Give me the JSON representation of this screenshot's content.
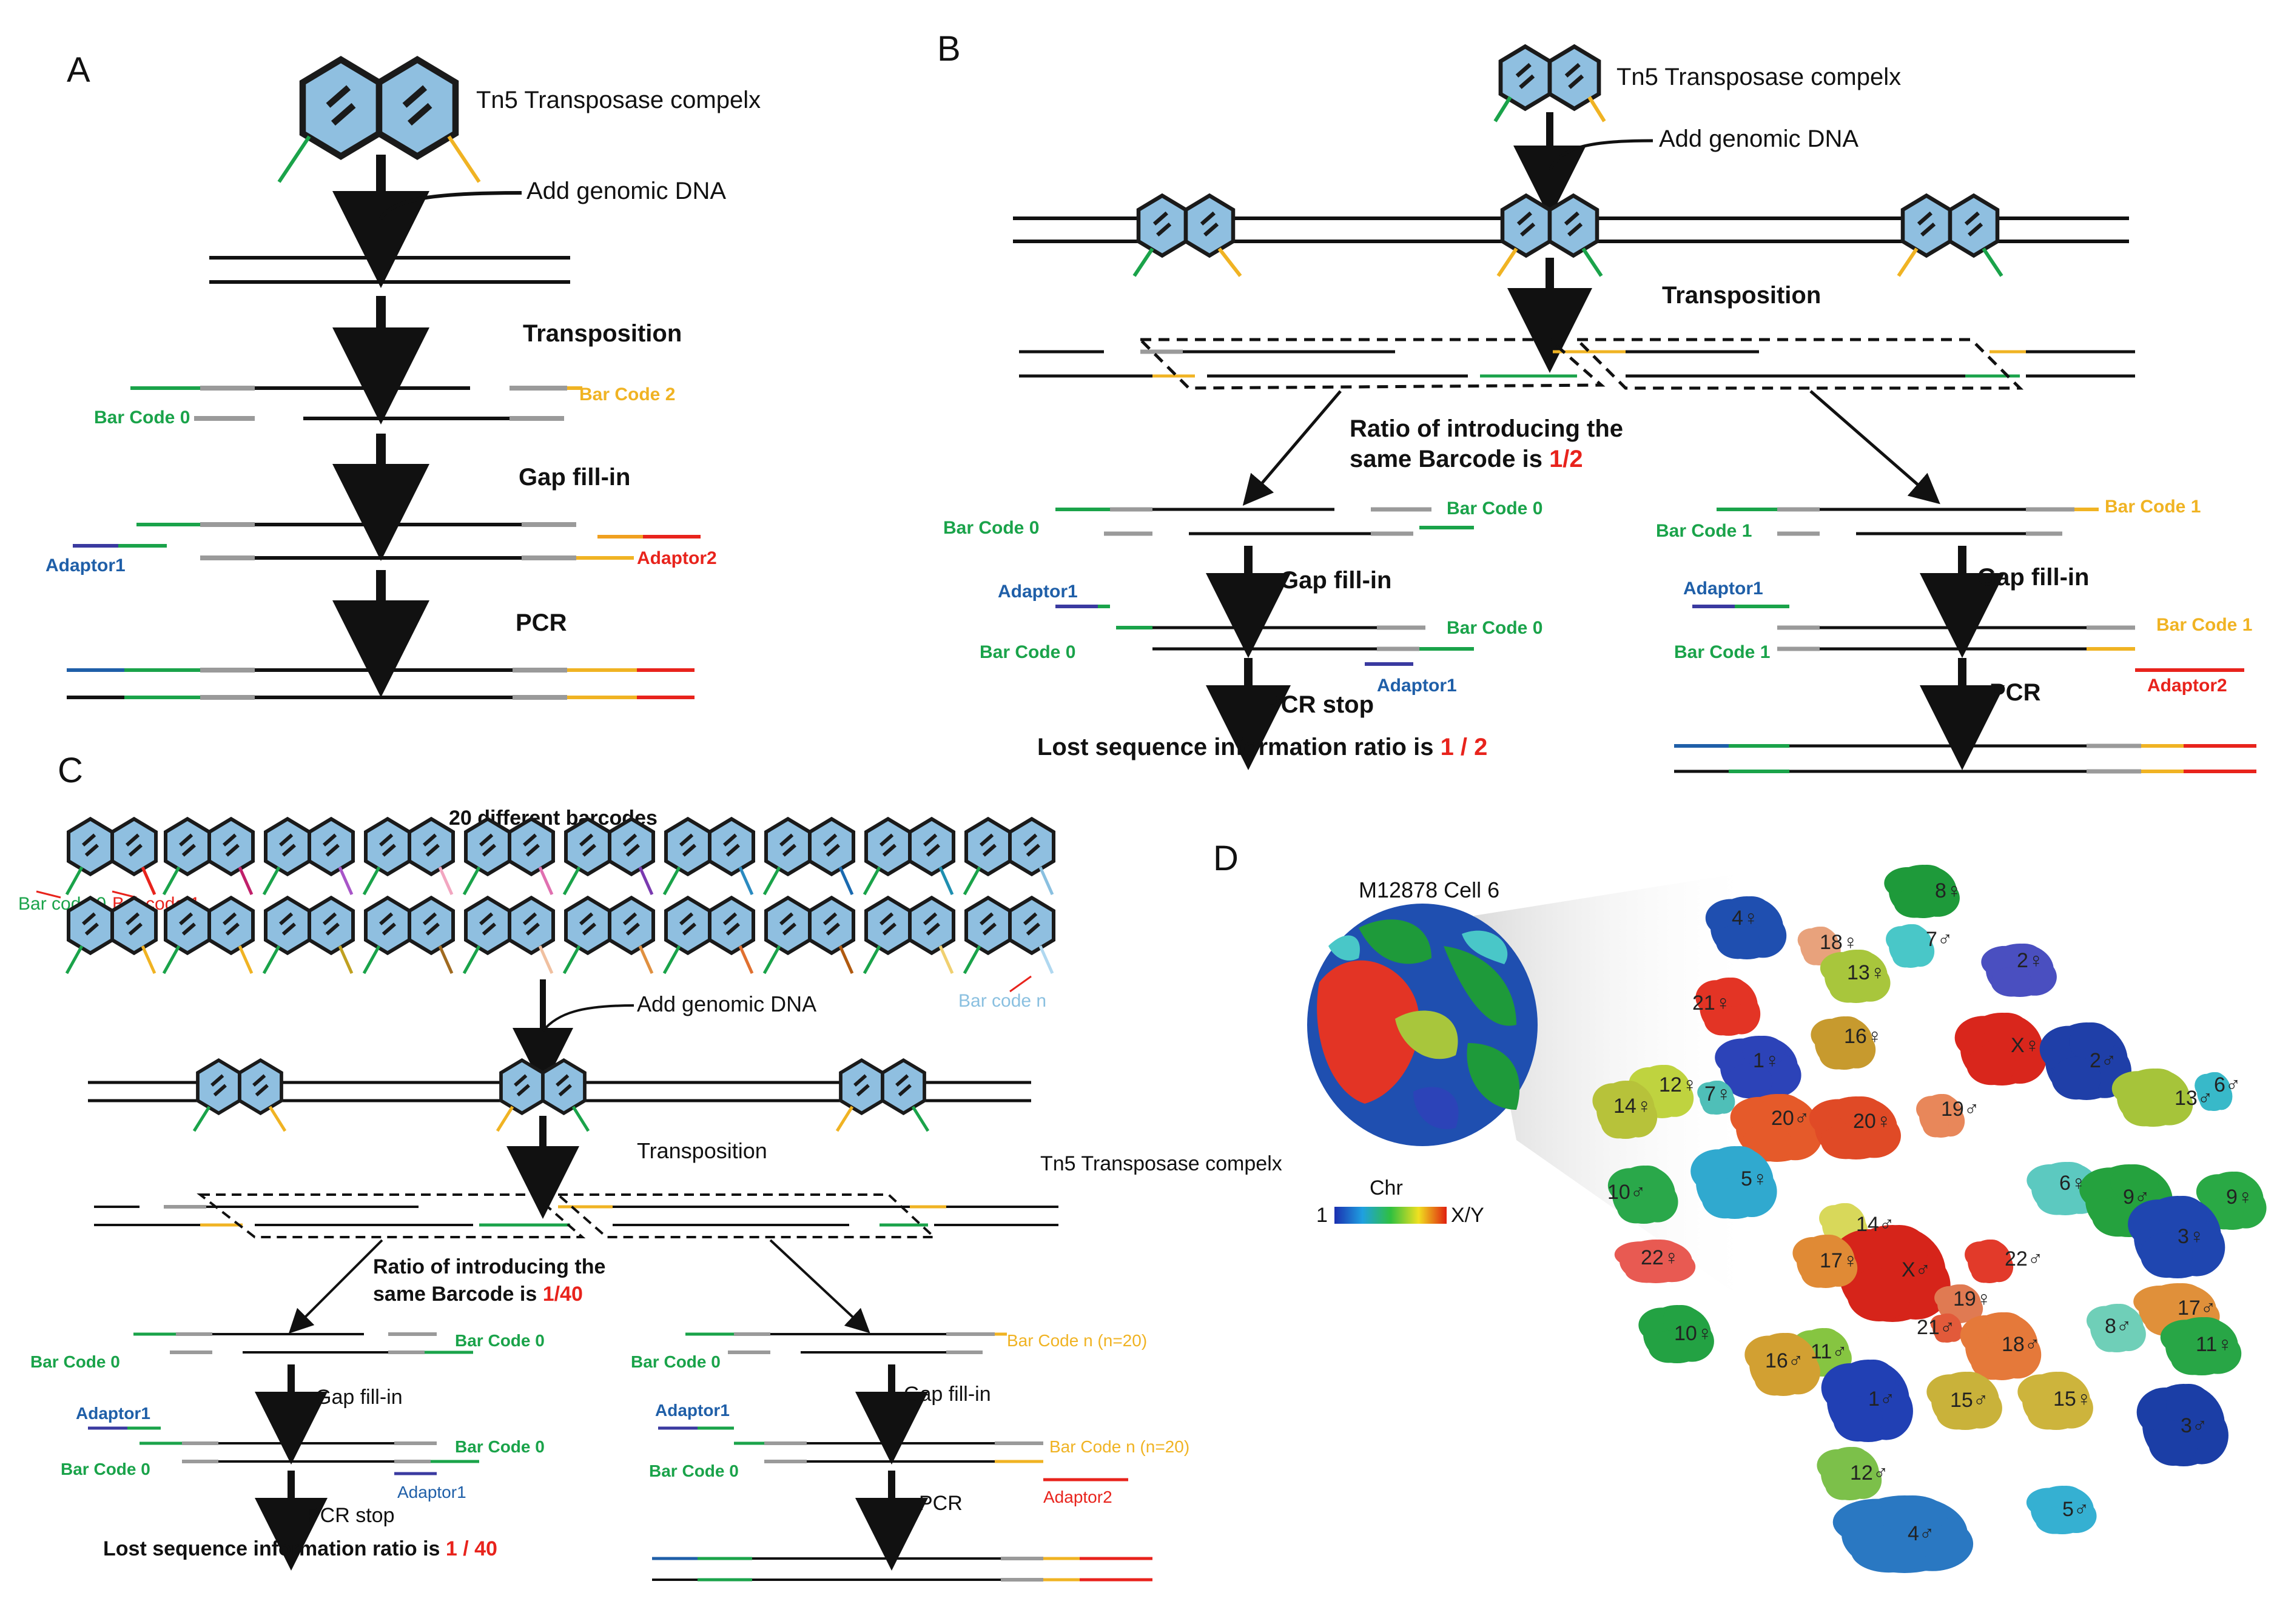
{
  "panels": {
    "A": {
      "letter": "A",
      "complex": "Tn5 Transposase compelx",
      "add_dna": "Add genomic DNA",
      "transposition": "Transposition",
      "bc0": "Bar Code 0",
      "bc2": "Bar Code 2",
      "gap": "Gap fill-in",
      "adaptor1": "Adaptor1",
      "adaptor2": "Adaptor2",
      "pcr": "PCR"
    },
    "B": {
      "letter": "B",
      "complex": "Tn5 Transposase compelx",
      "add_dna": "Add genomic DNA",
      "transposition": "Transposition",
      "ratio_line1": "Ratio of introducing the",
      "ratio_line2a": "same Barcode is ",
      "ratio_value": "1/2",
      "bc0": "Bar Code 0",
      "bc1": "Bar Code 1",
      "gap": "Gap fill-in",
      "adaptor1": "Adaptor1",
      "adaptor2": "Adaptor2",
      "pcr_stop": "PCR stop",
      "pcr": "PCR",
      "lost_a": "Lost sequence information ratio is ",
      "lost_value": "1 / 2"
    },
    "C": {
      "letter": "C",
      "barcodes_title": "20 different barcodes",
      "bc0_small": "Bar code 0",
      "bc1_small": "Bar code 1",
      "bcn_small": "Bar code n",
      "add_dna": "Add genomic DNA",
      "transposition": "Transposition",
      "complex": "Tn5 Transposase compelx",
      "ratio_line1": "Ratio of introducing the",
      "ratio_line2a": "same Barcode is ",
      "ratio_value": "1/40",
      "bc0": "Bar Code 0",
      "bcn": "Bar Code n (n=20)",
      "gap": "Gap fill-in",
      "adaptor1": "Adaptor1",
      "adaptor2": "Adaptor2",
      "pcr_stop": "PCR stop",
      "pcr": "PCR",
      "lost_a": "Lost sequence information ratio is ",
      "lost_value": "1 / 40"
    },
    "D": {
      "letter": "D",
      "cell_label": "M12878 Cell 6",
      "legend_title": "Chr",
      "legend_min": "1",
      "legend_max": "X/Y",
      "chromosomes": [
        {
          "label": "8♀",
          "color": "#1e9a3a"
        },
        {
          "label": "4♀",
          "color": "#1f4fb0"
        },
        {
          "label": "18♀",
          "color": "#e8a27c"
        },
        {
          "label": "7♂",
          "color": "#49c7c8"
        },
        {
          "label": "13♀",
          "color": "#a8c63c"
        },
        {
          "label": "2♀",
          "color": "#4a4fc0"
        },
        {
          "label": "21♀",
          "color": "#e33425"
        },
        {
          "label": "1♀",
          "color": "#2c43b8"
        },
        {
          "label": "16♀",
          "color": "#c79a2e"
        },
        {
          "label": "X♀",
          "color": "#d9261c"
        },
        {
          "label": "2♂",
          "color": "#1f3fa8"
        },
        {
          "label": "12♀",
          "color": "#bfd33f"
        },
        {
          "label": "7♀",
          "color": "#4fbfb8"
        },
        {
          "label": "14♀",
          "color": "#b7c23a"
        },
        {
          "label": "20♂",
          "color": "#e55a2a"
        },
        {
          "label": "20♀",
          "color": "#e04a26"
        },
        {
          "label": "19♂",
          "color": "#e8875a"
        },
        {
          "label": "13♂",
          "color": "#a6c43a"
        },
        {
          "label": "6♂",
          "color": "#38b9c9"
        },
        {
          "label": "5♀",
          "color": "#30a9cf"
        },
        {
          "label": "10♂",
          "color": "#2aa84a"
        },
        {
          "label": "6♀",
          "color": "#5cc9c0"
        },
        {
          "label": "9♂",
          "color": "#25a23e"
        },
        {
          "label": "9♀",
          "color": "#2aa945"
        },
        {
          "label": "3♀",
          "color": "#1f46b0"
        },
        {
          "label": "14♂",
          "color": "#d8d85a"
        },
        {
          "label": "X♂",
          "color": "#d6241a"
        },
        {
          "label": "17♀",
          "color": "#e08a35"
        },
        {
          "label": "22♀",
          "color": "#e85a52"
        },
        {
          "label": "22♂",
          "color": "#e23a2a"
        },
        {
          "label": "19♀",
          "color": "#e07a52"
        },
        {
          "label": "21♂",
          "color": "#e25a3a"
        },
        {
          "label": "17♂",
          "color": "#e0903a"
        },
        {
          "label": "10♀",
          "color": "#23a243"
        },
        {
          "label": "11♂",
          "color": "#86c541"
        },
        {
          "label": "18♂",
          "color": "#e5793a"
        },
        {
          "label": "8♂",
          "color": "#6fcfb8"
        },
        {
          "label": "11♀",
          "color": "#28a646"
        },
        {
          "label": "16♂",
          "color": "#d2a032"
        },
        {
          "label": "1♂",
          "color": "#2140b4"
        },
        {
          "label": "15♂",
          "color": "#c9b23a"
        },
        {
          "label": "15♀",
          "color": "#cdb43c"
        },
        {
          "label": "3♂",
          "color": "#1b3ea6"
        },
        {
          "label": "12♂",
          "color": "#7cc04a"
        },
        {
          "label": "4♂",
          "color": "#2a78c2"
        },
        {
          "label": "5♂",
          "color": "#35b0d2"
        }
      ]
    }
  },
  "colors": {
    "green": "#1aa34a",
    "yellow": "#f0b323",
    "red": "#e8231c",
    "blue": "#1f5fa8",
    "hexfill": "#8fbfe0",
    "gray": "#9a9a9a"
  }
}
